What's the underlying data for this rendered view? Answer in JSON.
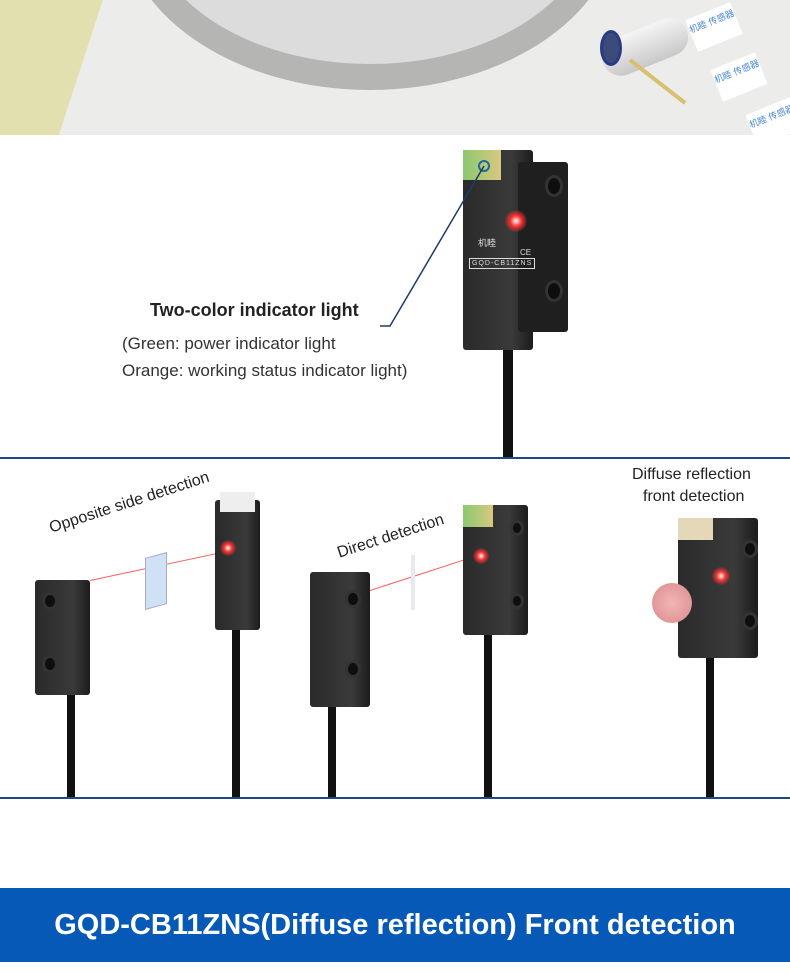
{
  "hero": {
    "tag_text": "机睦 传感器"
  },
  "product": {
    "brand": "机睦",
    "model_label": "GQD-CB11ZNS",
    "ce_mark": "CE"
  },
  "callout": {
    "title": "Two-color indicator light",
    "line1": "(Green: power indicator light",
    "line2": "Orange: working status indicator light)"
  },
  "modes": {
    "opposite": "Opposite side detection",
    "direct": "Direct detection",
    "diffuse_line1": "Diffuse reflection",
    "diffuse_line2": "front detection"
  },
  "banner": {
    "text": "GQD-CB11ZNS(Diffuse reflection) Front detection"
  },
  "colors": {
    "banner": "#0759b8",
    "rule": "#1f4a7a",
    "led_red": "#ff3030",
    "led_green": "#8cc870"
  }
}
